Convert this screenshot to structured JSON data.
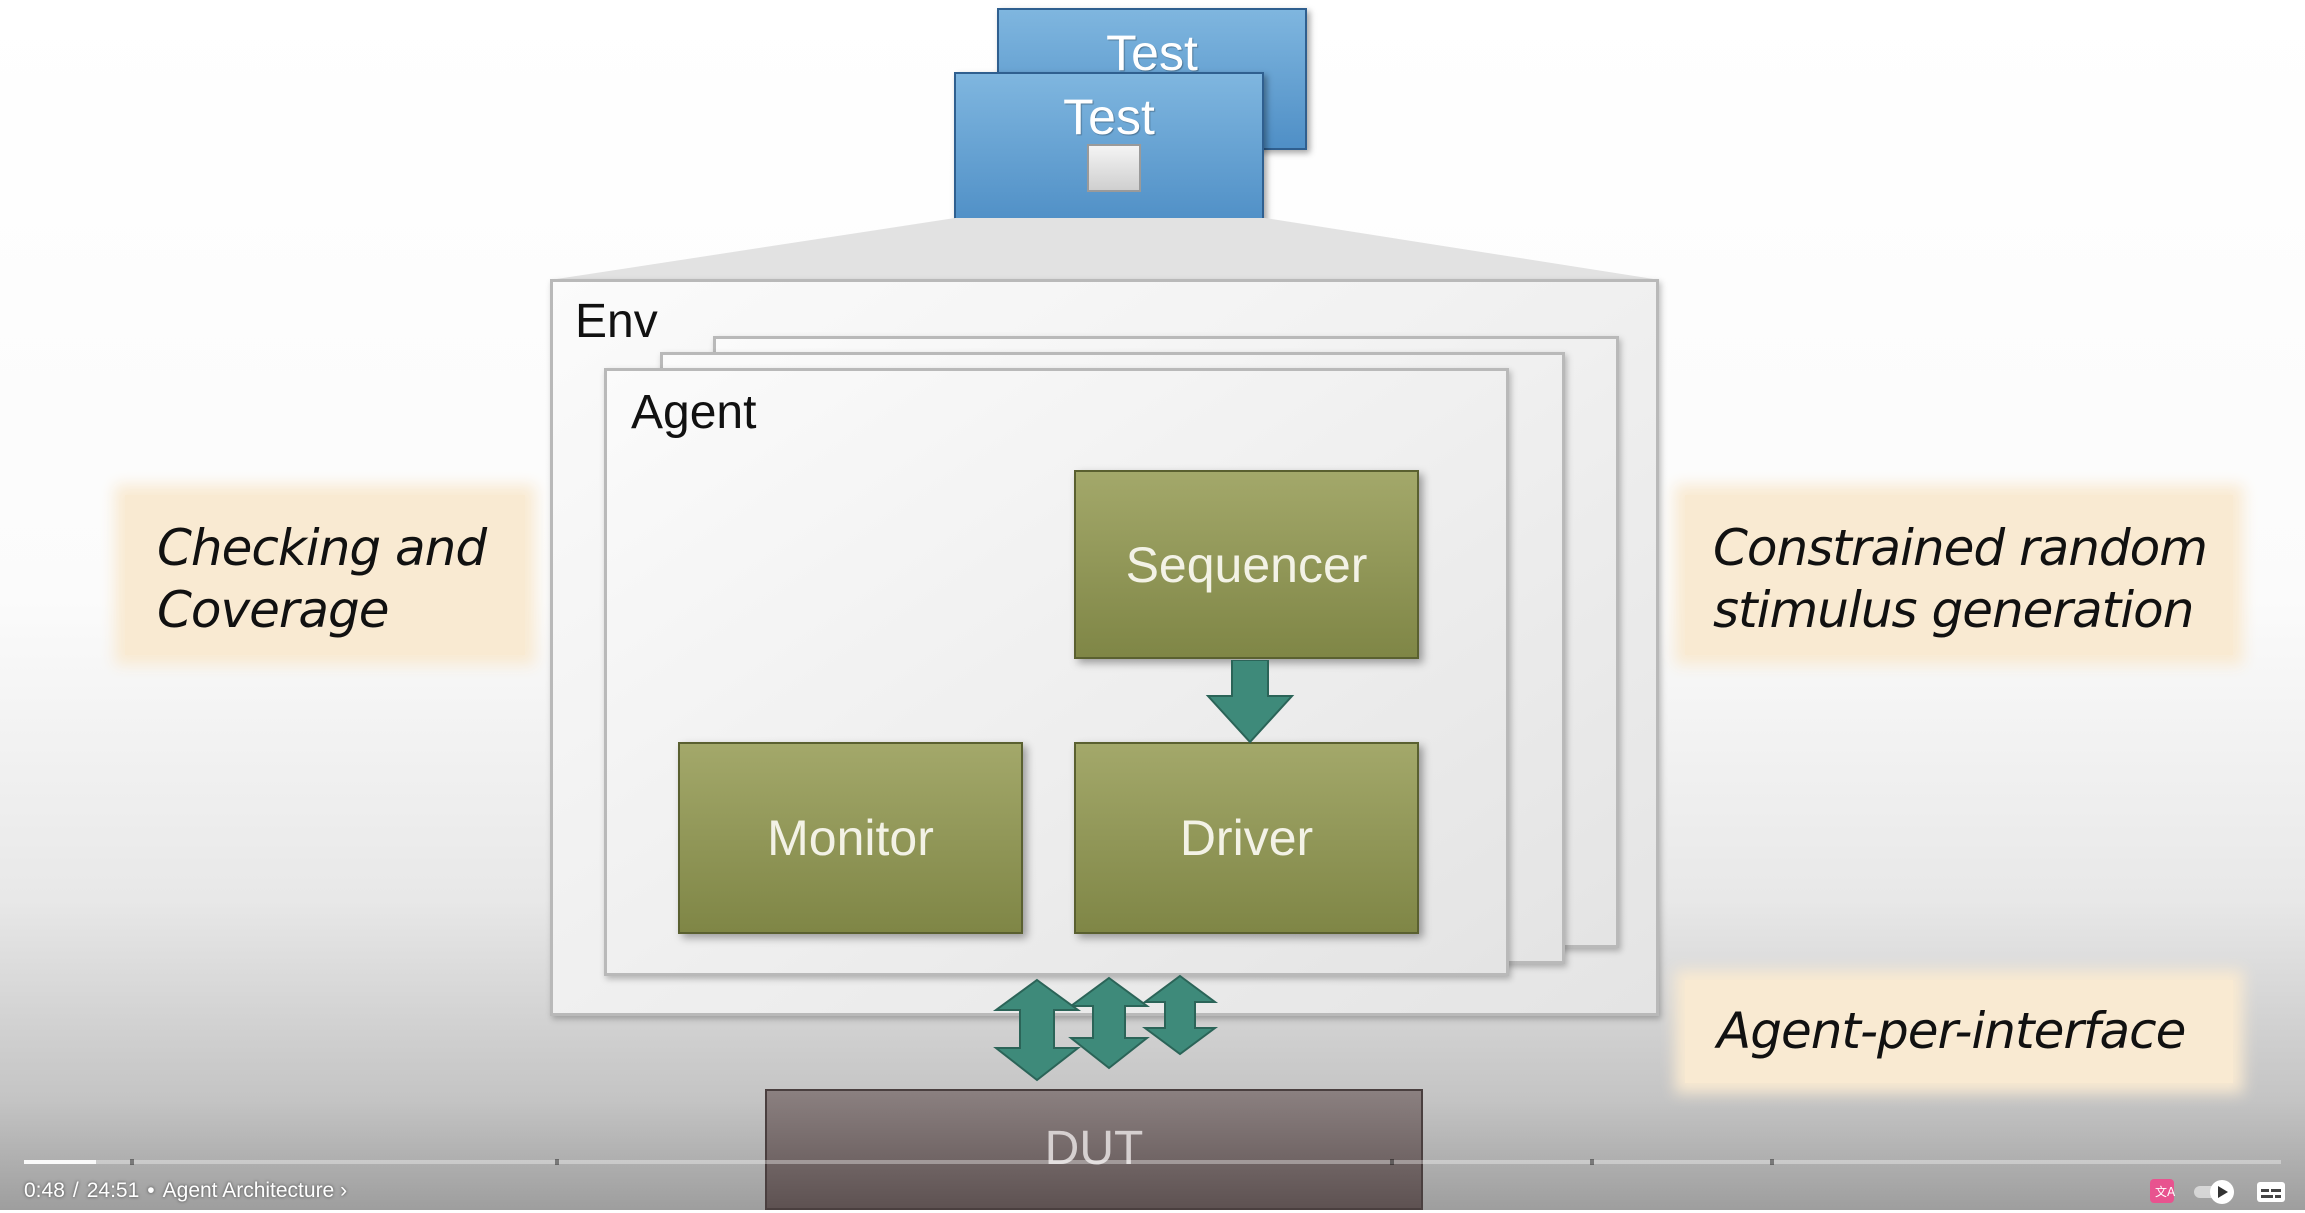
{
  "diagram": {
    "test_back_label": "Test",
    "test_front_label": "Test",
    "env_label": "Env",
    "agent_label": "Agent",
    "sequencer_label": "Sequencer",
    "monitor_label": "Monitor",
    "driver_label": "Driver",
    "dut_label": "DUT",
    "note_left_line1": "Checking and",
    "note_left_line2": "Coverage",
    "note_right_line1": "Constrained random",
    "note_right_line2": "stimulus generation",
    "note_bottom": "Agent-per-interface"
  },
  "player": {
    "current_time": "0:48",
    "duration": "24:51",
    "separator": "/",
    "bullet": "•",
    "chapter_title": "Agent Architecture",
    "chapter_chevron": "›",
    "progress_played": 0.032,
    "icons": [
      "translate-icon",
      "autoplay-toggle-icon",
      "subtitles-icon"
    ]
  },
  "colors": {
    "test_blue": "#5b9bd0",
    "component_green": "#8f9655",
    "arrow_teal": "#3e8a7a",
    "note_cream": "#f9ead2",
    "dut_gray": "#6e6262"
  }
}
